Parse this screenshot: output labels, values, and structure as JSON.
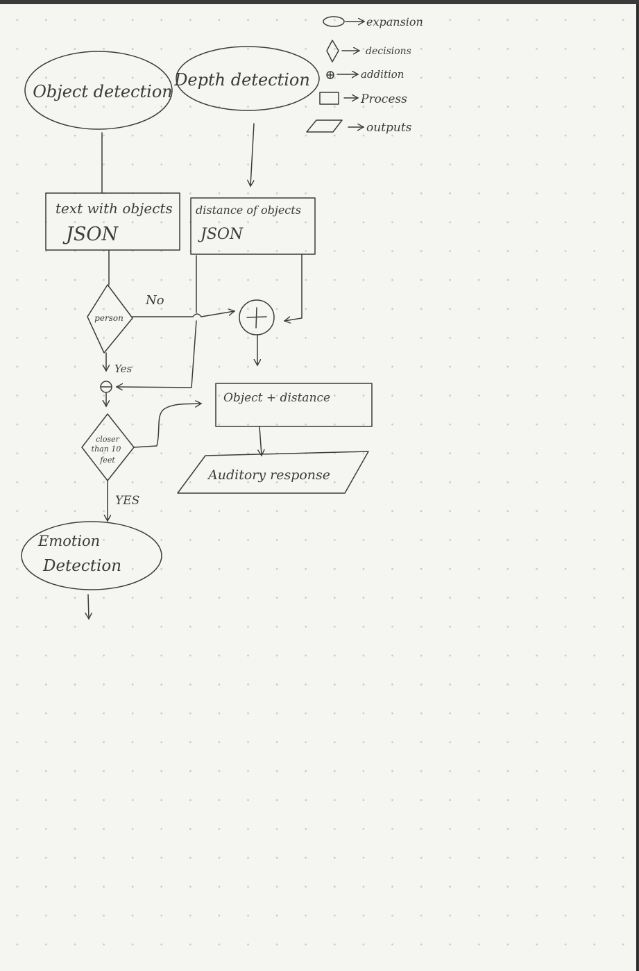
{
  "legend": {
    "ellipse": "expansion",
    "diamond": "decisions",
    "circle_plus": "addition",
    "rectangle": "Process",
    "parallelogram": "outputs"
  },
  "nodes": {
    "object_detection": "Object detection",
    "depth_detection": "Depth detection",
    "text_objects": "text with objects",
    "text_objects_json": "JSON",
    "distance_objects": "distance of objects",
    "distance_objects_json": "JSON",
    "person": "person",
    "closer_line1": "closer",
    "closer_line2": "than 10",
    "closer_line3": "feet",
    "object_distance": "Object + distance",
    "auditory_response": "Auditory response",
    "emotion_line1": "Emotion",
    "emotion_line2": "Detection"
  },
  "edge_labels": {
    "no": "No",
    "yes_person": "Yes",
    "yes_closer": "YES"
  }
}
